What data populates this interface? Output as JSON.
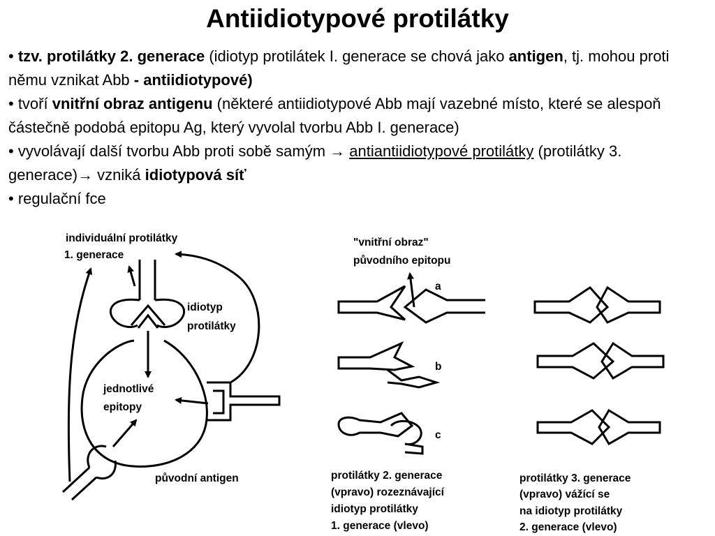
{
  "title": "Antiidiotypové protilátky",
  "bullets": {
    "b1": {
      "bullet": "•",
      "s1": "tzv. protilátky 2. generace",
      "s2": " (idiotyp protilátek I. generace se chová jako ",
      "s3": "antigen",
      "s4": ", tj. mohou proti němu vznikat Abb ",
      "s5": "- antiidiotypové)"
    },
    "b2": {
      "bullet": "•",
      "s1": " tvoří ",
      "s2": "vnitřní obraz antigenu",
      "s3": " (některé antiidiotypové Abb mají vazebné místo,  které se alespoň částečně podobá  epitopu Ag, který vyvolal tvorbu Abb I. generace)"
    },
    "b3": {
      "bullet": "•",
      "s1": " vyvolávají další tvorbu Abb proti sobě samým → ",
      "s2": "antiantiidiotypové protilátky",
      "s3": " (protilátky 3. generace)→ vzniká ",
      "s4": "idiotypová síť"
    },
    "b4": {
      "bullet": "•",
      "s1": " regulační fce"
    }
  },
  "diagram_left": {
    "label_individual_1": "individuální protilátky",
    "label_individual_2": "1. generace",
    "label_idiotype_1": "idiotyp",
    "label_idiotype_2": "protilátky",
    "label_epitopes_1": "jednotlivé",
    "label_epitopes_2": "epitopy",
    "label_original": "původní antigen"
  },
  "diagram_middle": {
    "label_image_1": "\"vnitřní obraz\"",
    "label_image_2": "původního epitopu",
    "label_a": "a",
    "label_b": "b",
    "label_c": "c",
    "caption_1": "protilátky 2. generace",
    "caption_2": "(vpravo) rozeznávající",
    "caption_3": "idiotyp protilátky",
    "caption_4": "1. generace (vlevo)"
  },
  "diagram_right": {
    "caption_1": "protilátky 3. generace",
    "caption_2": "(vpravo) vážící se",
    "caption_3": "na idiotyp protilátky",
    "caption_4": "2. generace (vlevo)"
  }
}
